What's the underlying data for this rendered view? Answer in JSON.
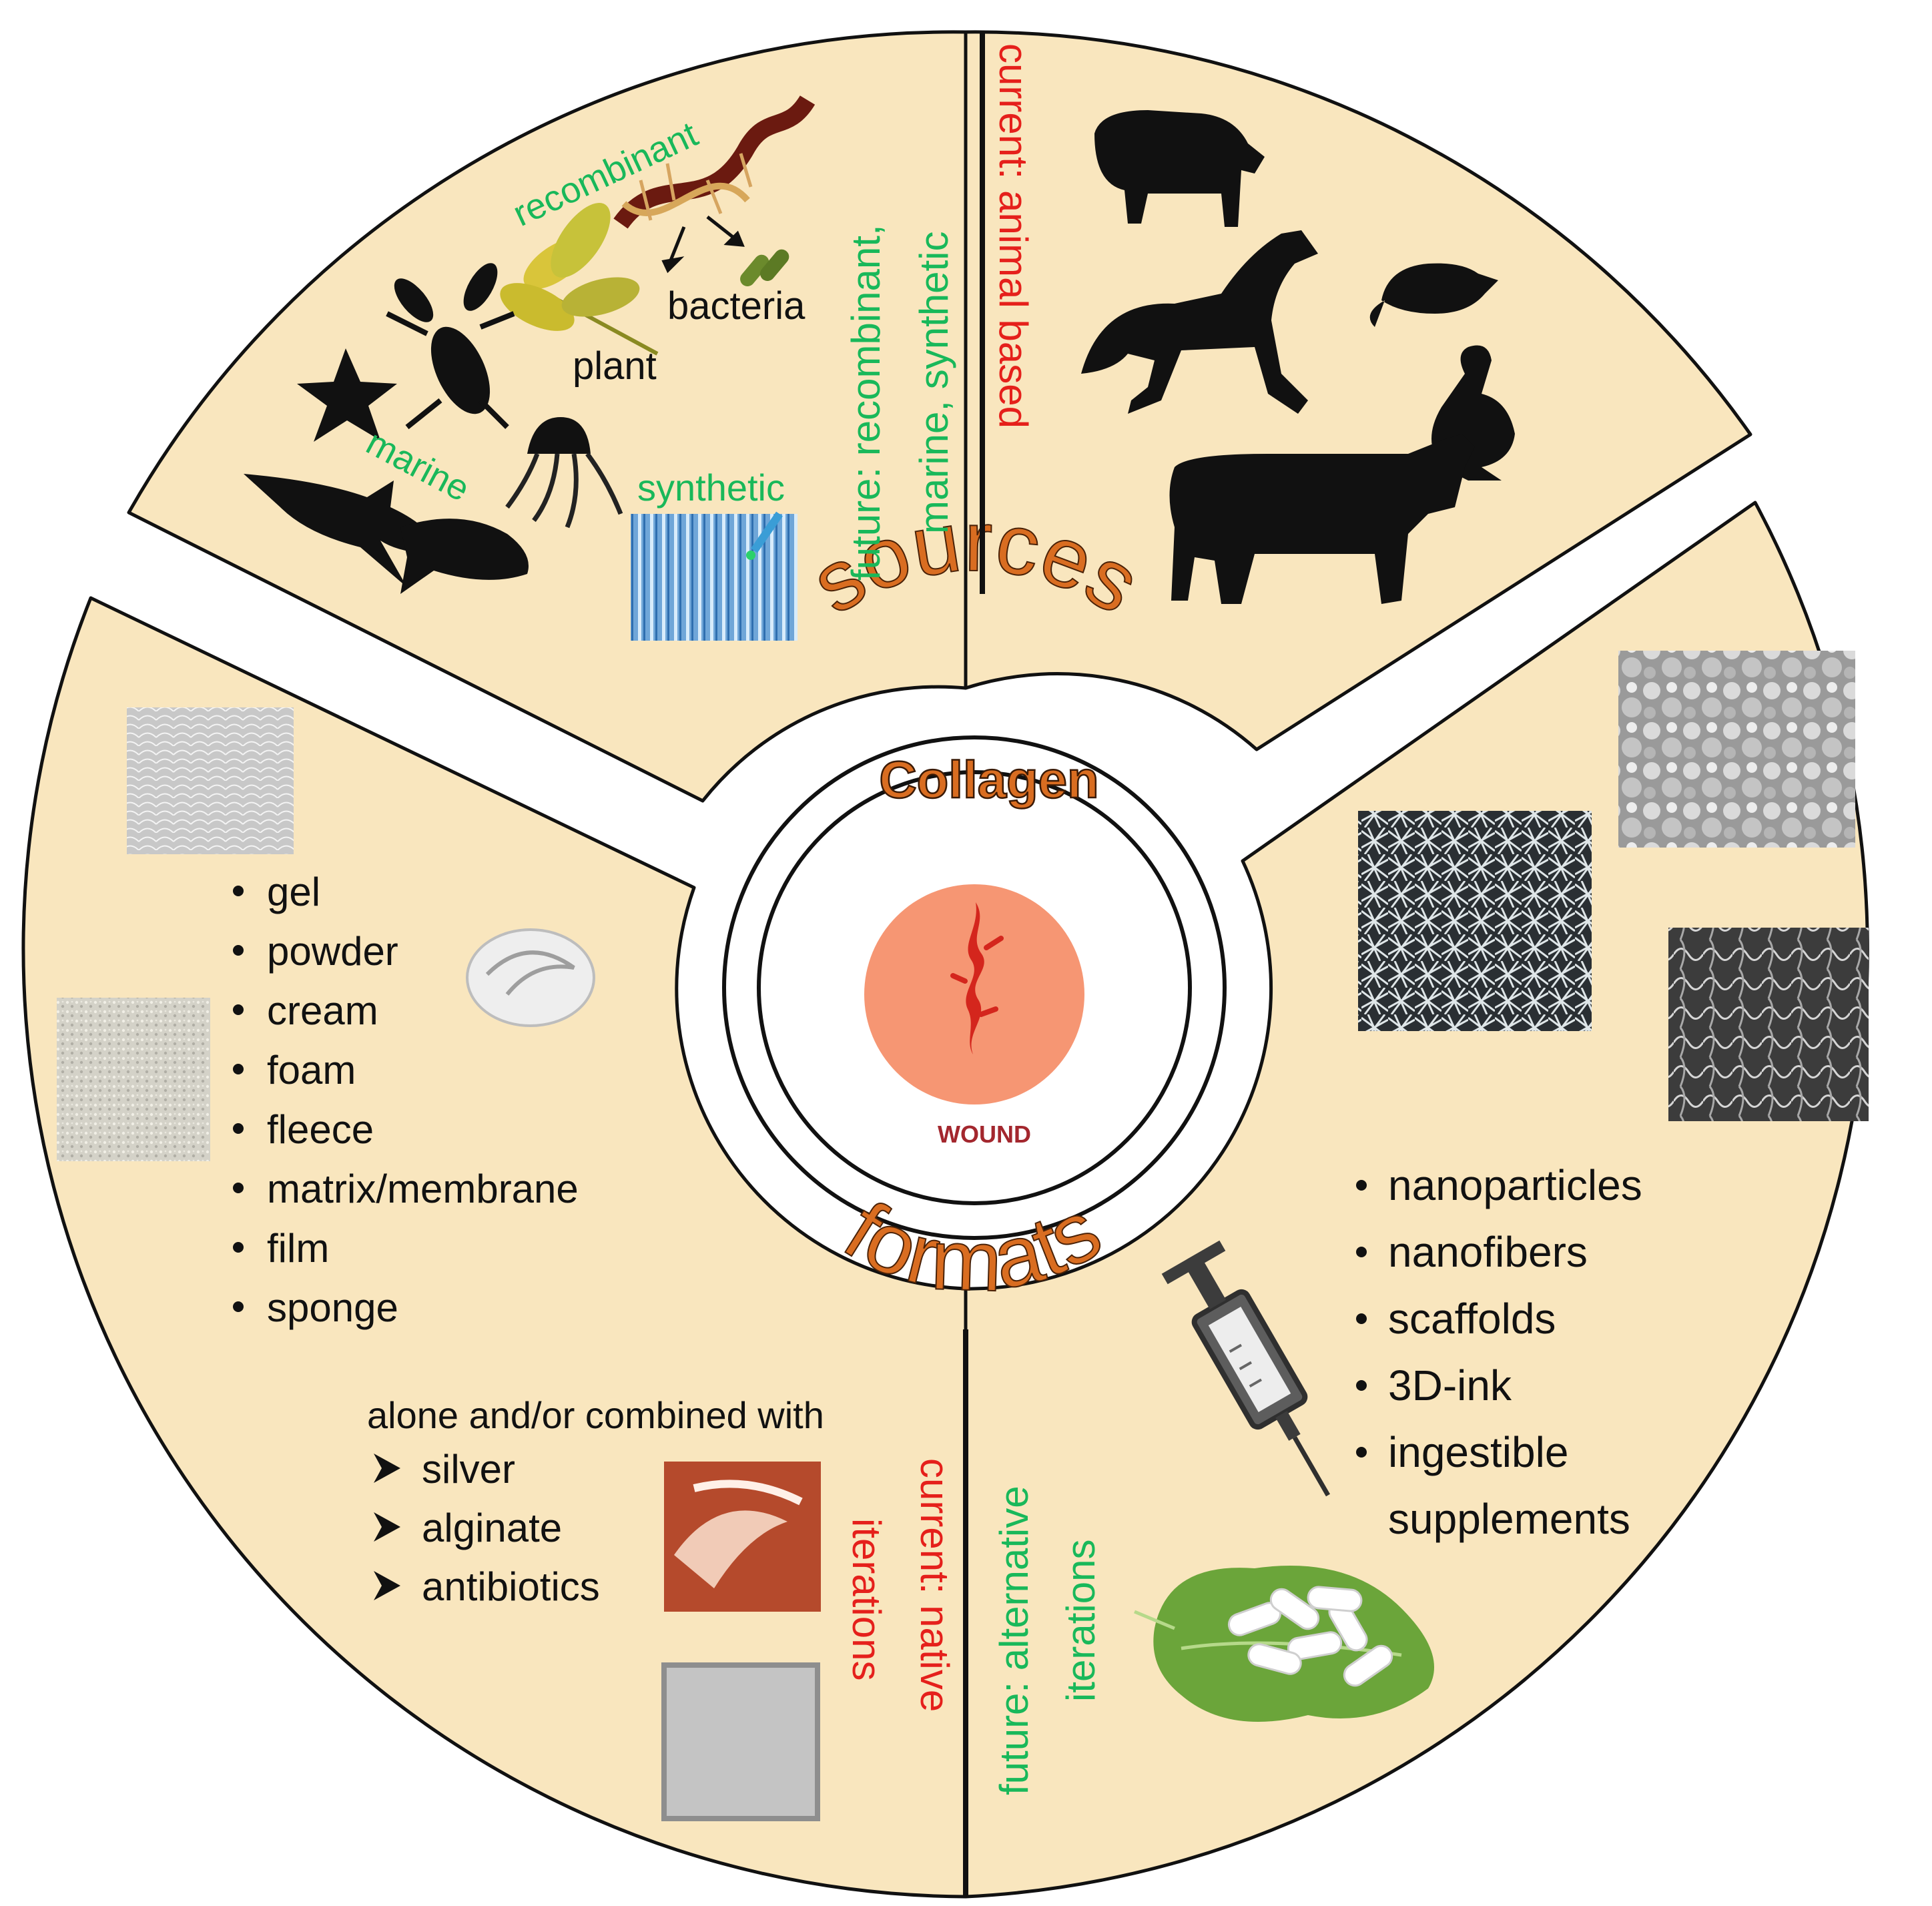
{
  "center": {
    "title": "Collagen",
    "wound_label": "WOUND",
    "ring_top": "sources",
    "ring_bottom": "formats"
  },
  "sources_future": {
    "heading_line1": "future: recombinant,",
    "heading_line2": "marine, synthetic",
    "recombinant": "recombinant",
    "bacteria": "bacteria",
    "plant": "plant",
    "marine": "marine",
    "synthetic": "synthetic"
  },
  "sources_current": {
    "heading": "current: animal based"
  },
  "formats_current": {
    "heading_line1": "current: native",
    "heading_line2": "iterations",
    "items": [
      "gel",
      "powder",
      "cream",
      "foam",
      "fleece",
      "matrix/membrane",
      "film",
      "sponge"
    ],
    "combined_heading": "alone and/or combined with",
    "combined_items": [
      "silver",
      "alginate",
      "antibiotics"
    ]
  },
  "formats_future": {
    "heading_line1": "future: alternative",
    "heading_line2": "iterations",
    "items": [
      "nanoparticles",
      "nanofibers",
      "scaffolds",
      "3D-ink",
      "ingestible"
    ],
    "items_continuation": "supplements"
  },
  "colors": {
    "panel": "#f9e6be",
    "outline": "#111111",
    "future_text": "#19b85a",
    "current_text": "#e5201b",
    "ring_text": "#d96d21",
    "wound_disc": "#f69673",
    "wound_mark": "#d4261d",
    "wound_label": "#a3272e"
  }
}
